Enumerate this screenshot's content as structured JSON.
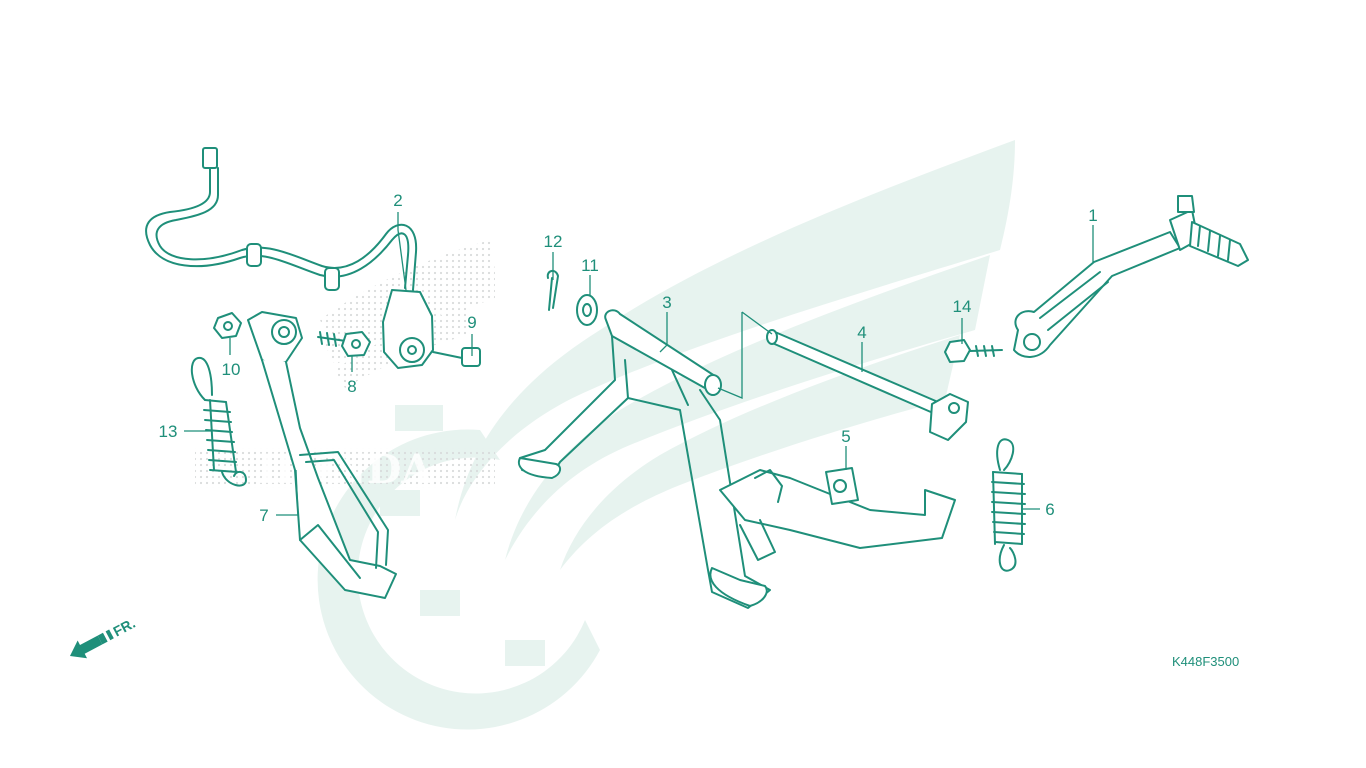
{
  "colors": {
    "line": "#1f8f7a",
    "watermark": "#e7f3ef",
    "background": "#ffffff"
  },
  "callouts": {
    "p1": "1",
    "p2": "2",
    "p3": "3",
    "p4": "4",
    "p5": "5",
    "p6": "6",
    "p7": "7",
    "p8": "8",
    "p9": "9",
    "p10": "10",
    "p11": "11",
    "p12": "12",
    "p13": "13",
    "p14": "14"
  },
  "front_indicator": {
    "label": "FR.",
    "icon": "arrow-front-icon"
  },
  "diagram_code": "K448F3500",
  "watermark": {
    "logo": "honda-wing-logo",
    "wordmark": "HONDA"
  }
}
